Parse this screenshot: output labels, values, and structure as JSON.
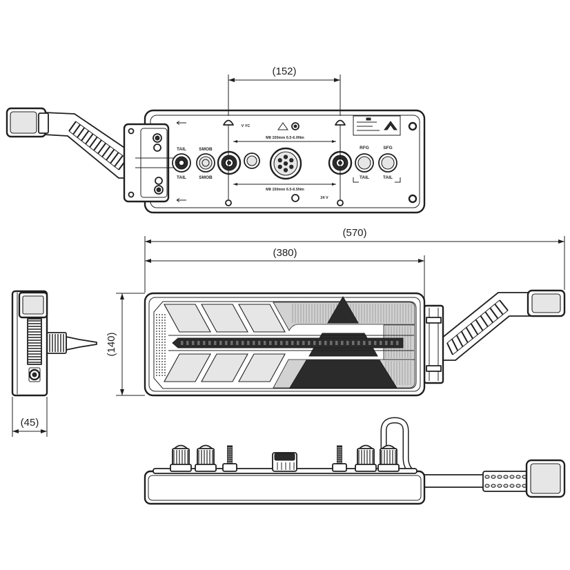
{
  "dimensions": {
    "top_spacing": "(152)",
    "overall_length": "(570)",
    "housing_length": "(380)",
    "housing_height": "(140)",
    "housing_depth": "(45)"
  },
  "top_view": {
    "left_upper_label_1": "TAIL",
    "left_upper_label_2": "SMOB",
    "left_lower_label_1": "TAIL",
    "left_lower_label_2": "SMOB",
    "right_upper_label_1": "RFG",
    "right_upper_label_2": "SFG",
    "right_lower_label_1": "TAIL",
    "right_lower_label_2": "TAIL",
    "top_marking": "V YC",
    "voltage": "24 V",
    "torque_upper": "M8 150mm 6.5-6.0Nm",
    "torque_lower": "M8 150mm 6.5-6.5Nm"
  },
  "colors": {
    "line": "#1f1f1f",
    "background": "#ffffff",
    "light_fill": "#e6e6e6",
    "mid_fill": "#d2d2d2",
    "dark_fill": "#2b2b2b"
  }
}
